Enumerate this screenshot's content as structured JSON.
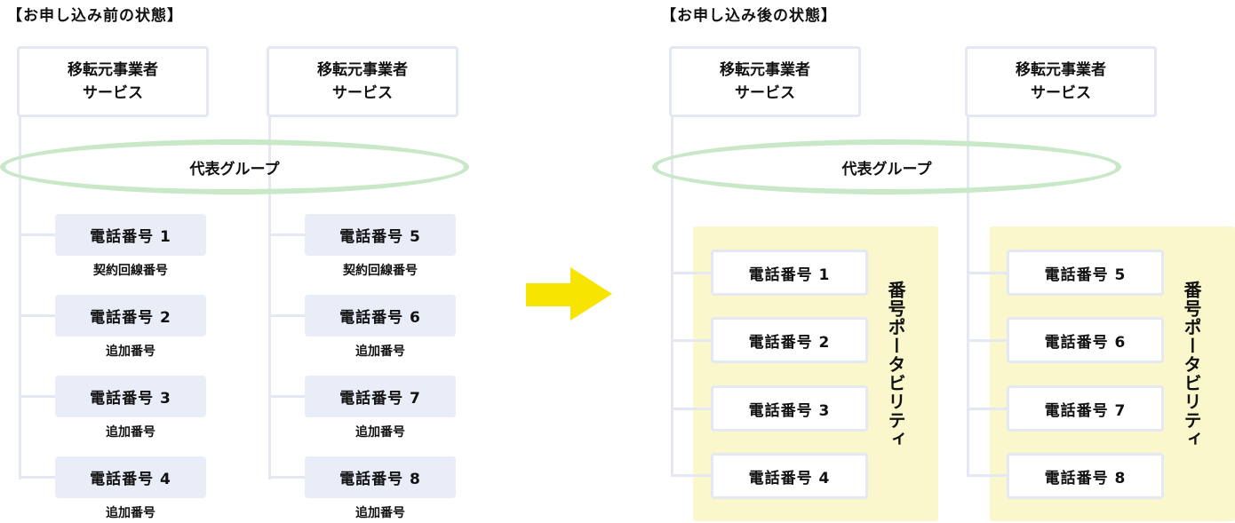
{
  "before": {
    "title": "【お申し込み前の状態】",
    "providers": [
      {
        "line1": "移転元事業者",
        "line2": "サービス"
      },
      {
        "line1": "移転元事業者",
        "line2": "サービス"
      }
    ],
    "group_label": "代表グループ",
    "columns": [
      [
        {
          "label": "電話番号 1",
          "sub": "契約回線番号"
        },
        {
          "label": "電話番号 2",
          "sub": "追加番号"
        },
        {
          "label": "電話番号 3",
          "sub": "追加番号"
        },
        {
          "label": "電話番号 4",
          "sub": "追加番号"
        }
      ],
      [
        {
          "label": "電話番号 5",
          "sub": "契約回線番号"
        },
        {
          "label": "電話番号 6",
          "sub": "追加番号"
        },
        {
          "label": "電話番号 7",
          "sub": "追加番号"
        },
        {
          "label": "電話番号 8",
          "sub": "追加番号"
        }
      ]
    ]
  },
  "after": {
    "title": "【お申し込み後の状態】",
    "providers": [
      {
        "line1": "移転元事業者",
        "line2": "サービス"
      },
      {
        "line1": "移転元事業者",
        "line2": "サービス"
      }
    ],
    "group_label": "代表グループ",
    "portability_label": "番号ポータビリティ",
    "columns": [
      [
        "電話番号 1",
        "電話番号 2",
        "電話番号 3",
        "電話番号 4"
      ],
      [
        "電話番号 5",
        "電話番号 6",
        "電話番号 7",
        "電話番号 8"
      ]
    ]
  },
  "colors": {
    "line": "#e3e8f3",
    "phone_fill": "#e9edf8",
    "group_ellipse": "#c9e8c8",
    "portability_fill": "#fbf7cd",
    "arrow": "#f7e400"
  }
}
